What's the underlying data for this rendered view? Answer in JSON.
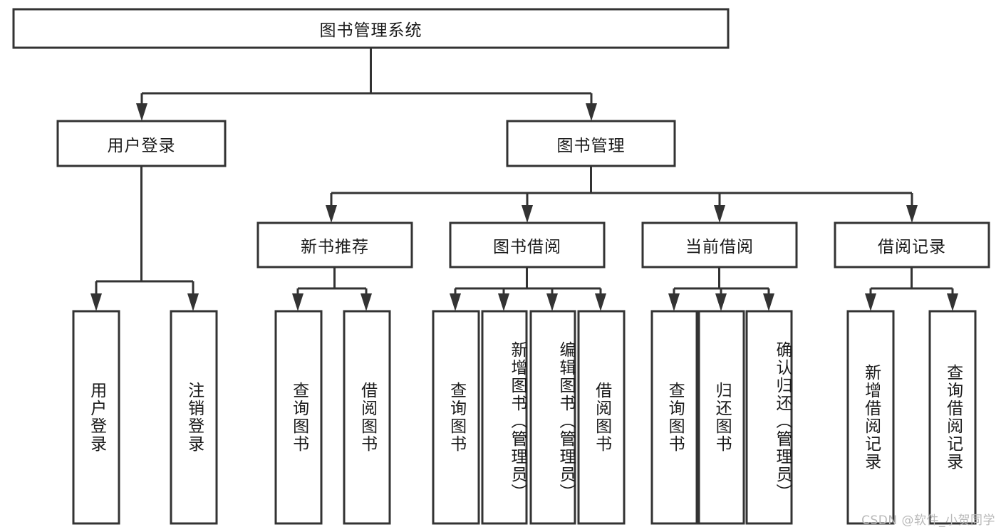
{
  "diagram": {
    "type": "tree-hierarchy",
    "orientation": "top-down",
    "root": {
      "id": "root",
      "label": "图书管理系统"
    },
    "level2": [
      {
        "id": "user-login",
        "label": "用户登录"
      },
      {
        "id": "book-manage",
        "label": "图书管理"
      }
    ],
    "level3": [
      {
        "id": "new-book-recommend",
        "label": "新书推荐",
        "parent": "book-manage"
      },
      {
        "id": "book-borrow",
        "label": "图书借阅",
        "parent": "book-manage"
      },
      {
        "id": "current-borrow",
        "label": "当前借阅",
        "parent": "book-manage"
      },
      {
        "id": "borrow-record",
        "label": "借阅记录",
        "parent": "book-manage"
      }
    ],
    "leaves": {
      "user-login": [
        {
          "id": "leaf-user-login",
          "label": "用户登录"
        },
        {
          "id": "leaf-logout-login",
          "label": "注销登录"
        }
      ],
      "new-book-recommend": [
        {
          "id": "leaf-query-book-1",
          "label": "查询图书"
        },
        {
          "id": "leaf-borrow-book-1",
          "label": "借阅图书"
        }
      ],
      "book-borrow": [
        {
          "id": "leaf-query-book-2",
          "label": "查询图书"
        },
        {
          "id": "leaf-add-book",
          "label": "新增图书（管理员）"
        },
        {
          "id": "leaf-edit-book",
          "label": "编辑图书（管理员）"
        },
        {
          "id": "leaf-borrow-book-2",
          "label": "借阅图书"
        }
      ],
      "current-borrow": [
        {
          "id": "leaf-query-book-3",
          "label": "查询图书"
        },
        {
          "id": "leaf-return-book",
          "label": "归还图书"
        },
        {
          "id": "leaf-confirm-return",
          "label": "确认归还（管理员）"
        }
      ],
      "borrow-record": [
        {
          "id": "leaf-add-record",
          "label": "新增借阅记录"
        },
        {
          "id": "leaf-query-record",
          "label": "查询借阅记录"
        }
      ]
    }
  },
  "watermark": {
    "text": "CSDN @软件_小贺同学"
  },
  "colors": {
    "stroke": "#333333",
    "box_fill": "#ffffff",
    "text": "#1a1a1a",
    "watermark": "#b9b9b9",
    "background": "#ffffff"
  }
}
